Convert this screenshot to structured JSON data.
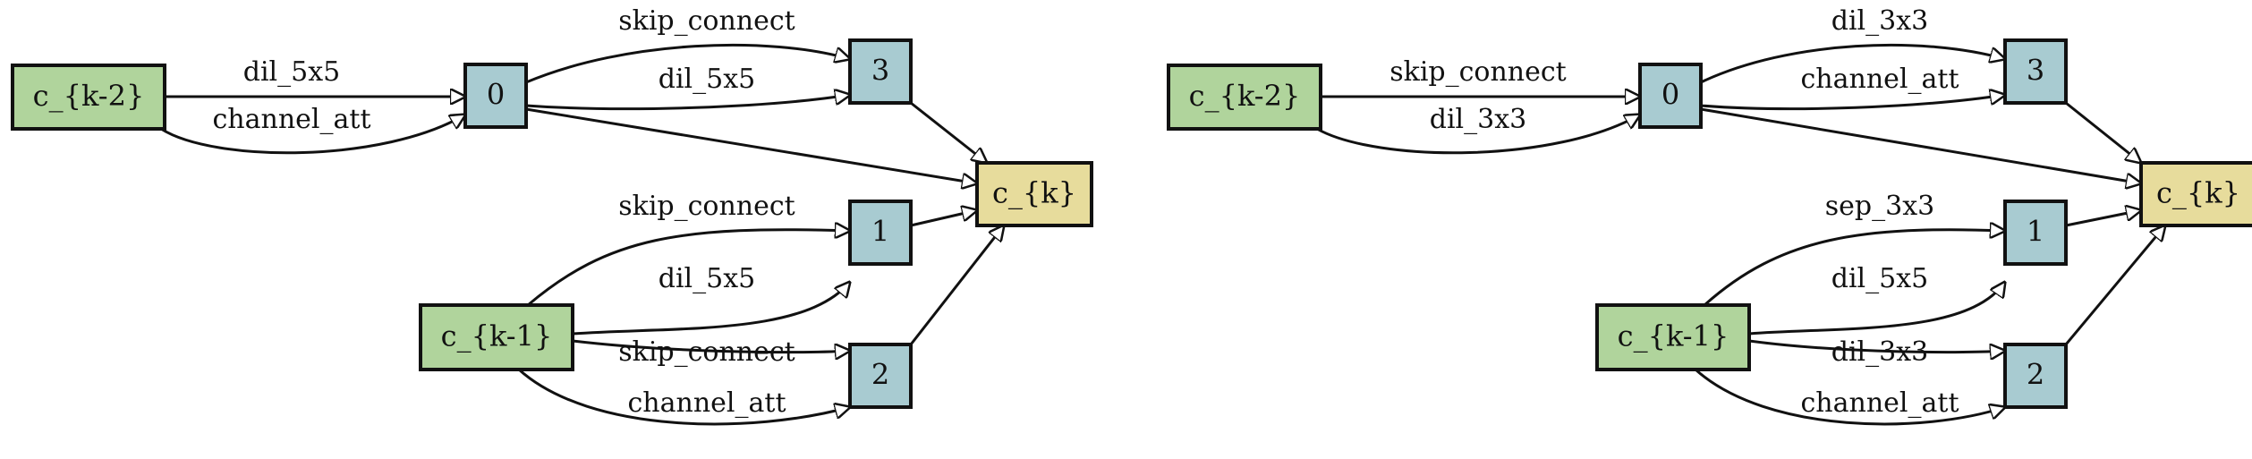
{
  "colors": {
    "input_fill": "#b0d49c",
    "intermediate_fill": "#a8cbd1",
    "output_fill": "#e7dc9c",
    "stroke": "#111111"
  },
  "cells": [
    {
      "nodes": [
        {
          "id": "ck2",
          "label": "c_{k-2}",
          "kind": "input"
        },
        {
          "id": "ck1",
          "label": "c_{k-1}",
          "kind": "input"
        },
        {
          "id": "n0",
          "label": "0",
          "kind": "intermediate"
        },
        {
          "id": "n1",
          "label": "1",
          "kind": "intermediate"
        },
        {
          "id": "n2",
          "label": "2",
          "kind": "intermediate"
        },
        {
          "id": "n3",
          "label": "3",
          "kind": "intermediate"
        },
        {
          "id": "ck",
          "label": "c_{k}",
          "kind": "output"
        }
      ],
      "edges": [
        {
          "from": "ck2",
          "to": "n0",
          "label": "dil_5x5"
        },
        {
          "from": "ck2",
          "to": "n0",
          "label": "channel_att"
        },
        {
          "from": "n0",
          "to": "n3",
          "label": "skip_connect"
        },
        {
          "from": "n0",
          "to": "n3",
          "label": "dil_5x5"
        },
        {
          "from": "n0",
          "to": "ck",
          "label": ""
        },
        {
          "from": "n3",
          "to": "ck",
          "label": ""
        },
        {
          "from": "ck1",
          "to": "n1",
          "label": "skip_connect"
        },
        {
          "from": "ck1",
          "to": "n1",
          "label": "dil_5x5"
        },
        {
          "from": "n1",
          "to": "ck",
          "label": ""
        },
        {
          "from": "ck1",
          "to": "n2",
          "label": "skip_connect"
        },
        {
          "from": "ck1",
          "to": "n2",
          "label": "channel_att"
        },
        {
          "from": "n2",
          "to": "ck",
          "label": ""
        }
      ]
    },
    {
      "nodes": [
        {
          "id": "ck2",
          "label": "c_{k-2}",
          "kind": "input"
        },
        {
          "id": "ck1",
          "label": "c_{k-1}",
          "kind": "input"
        },
        {
          "id": "n0",
          "label": "0",
          "kind": "intermediate"
        },
        {
          "id": "n1",
          "label": "1",
          "kind": "intermediate"
        },
        {
          "id": "n2",
          "label": "2",
          "kind": "intermediate"
        },
        {
          "id": "n3",
          "label": "3",
          "kind": "intermediate"
        },
        {
          "id": "ck",
          "label": "c_{k}",
          "kind": "output"
        }
      ],
      "edges": [
        {
          "from": "ck2",
          "to": "n0",
          "label": "skip_connect"
        },
        {
          "from": "ck2",
          "to": "n0",
          "label": "dil_3x3"
        },
        {
          "from": "n0",
          "to": "n3",
          "label": "dil_3x3"
        },
        {
          "from": "n0",
          "to": "n3",
          "label": "channel_att"
        },
        {
          "from": "n0",
          "to": "ck",
          "label": ""
        },
        {
          "from": "n3",
          "to": "ck",
          "label": ""
        },
        {
          "from": "ck1",
          "to": "n1",
          "label": "sep_3x3"
        },
        {
          "from": "ck1",
          "to": "n1",
          "label": "dil_5x5"
        },
        {
          "from": "n1",
          "to": "ck",
          "label": ""
        },
        {
          "from": "ck1",
          "to": "n2",
          "label": "dil_3x3"
        },
        {
          "from": "ck1",
          "to": "n2",
          "label": "channel_att"
        },
        {
          "from": "n2",
          "to": "ck",
          "label": ""
        }
      ]
    }
  ]
}
